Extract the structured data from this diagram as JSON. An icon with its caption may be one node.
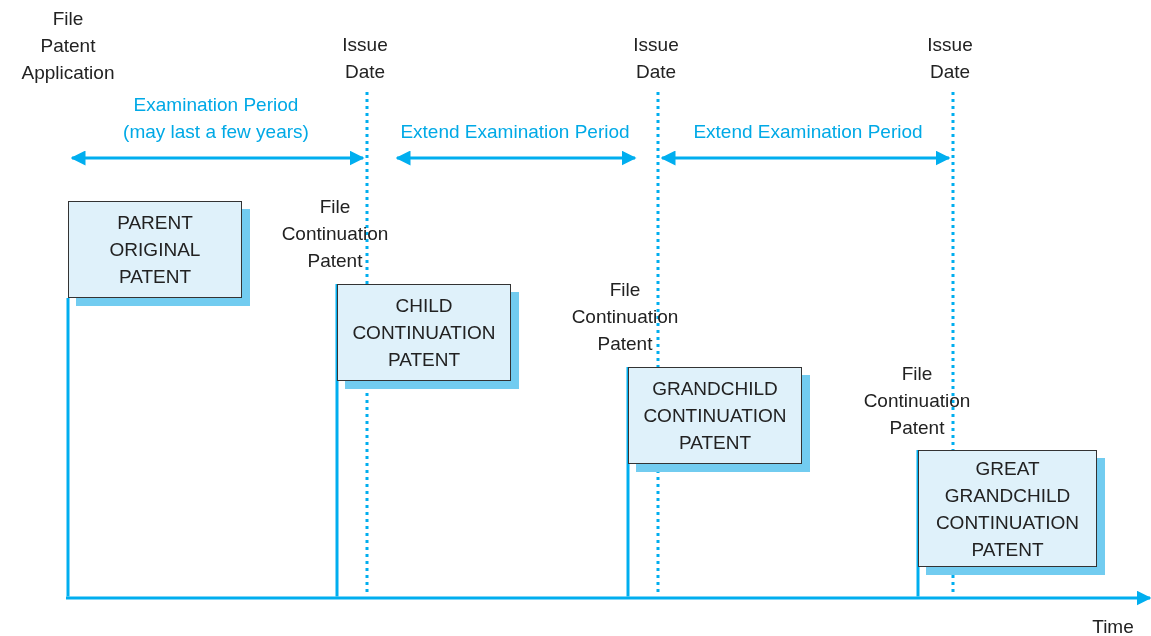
{
  "diagram": {
    "nodes": [
      {
        "text": [
          "PARENT ORIGINAL PATENT"
        ]
      },
      {
        "text": [
          "CHILD CONTINUATION PATENT"
        ],
        "beside": [
          "File Continuation Patent"
        ]
      },
      {
        "text": [
          "GRANDCHILD CONTINUATION PATENT"
        ],
        "beside": [
          "File Continuation Patent"
        ]
      },
      {
        "text": [
          "GREAT GRANDCHILD CONTINUATION PATENT"
        ],
        "beside": [
          "File Continuation Patent"
        ]
      },
      {
        "text": [],
        "shape": "bar"
      }
    ],
    "edges": [
      {
        "from": 4,
        "to": 0,
        "arrow": "none"
      },
      {
        "from": 4,
        "to": 1,
        "arrow": "none"
      },
      {
        "from": 4,
        "to": 2,
        "arrow": "none"
      },
      {
        "from": 4,
        "to": 3,
        "arrow": "none"
      }
    ],
    "labels": [
      "File Patent Application",
      "Issue Date",
      "Issue Date",
      "Issue Date",
      "Examination Period (may last a few years)",
      "Extend Examination Period",
      "Extend Examination Period",
      "Time"
    ]
  }
}
